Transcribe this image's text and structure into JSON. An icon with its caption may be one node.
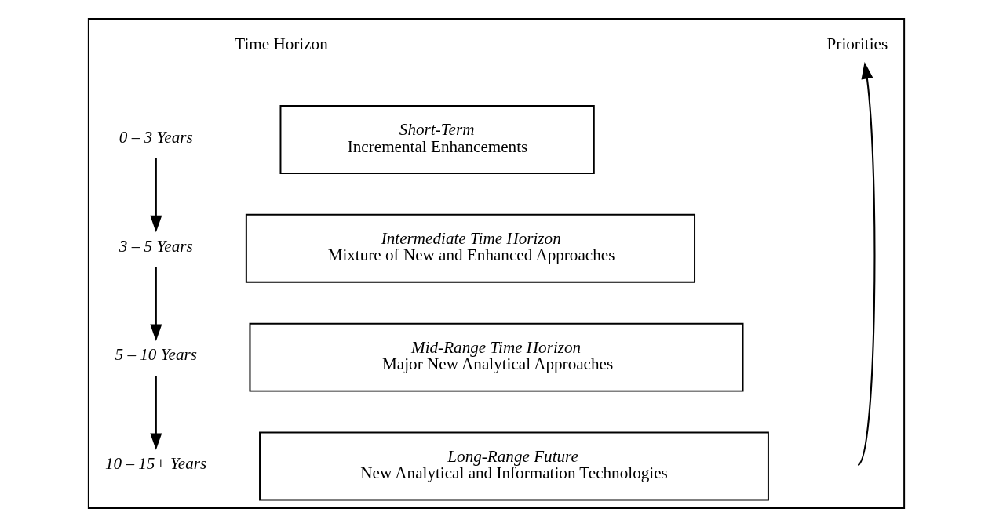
{
  "diagram": {
    "nodes": [
      {
        "text": [],
        "shape": "box"
      },
      {
        "text": [
          "0 – 3 Years"
        ],
        "in": 0
      },
      {
        "text": [
          "Short-Term",
          "Incremental Enhancements"
        ],
        "in": 0
      },
      {
        "text": [
          "3 – 5 Years"
        ],
        "in": 0
      },
      {
        "text": [
          "Intermediate Time Horizon",
          "Mixture of New and Enhanced Approaches"
        ],
        "in": 0
      },
      {
        "text": [
          "5 – 10 Years"
        ],
        "in": 0
      },
      {
        "text": [
          "Mid-Range Time Horizon",
          "Major New Analytical Approaches"
        ],
        "in": 0
      },
      {
        "text": [
          "10 – 15+ Years"
        ],
        "in": 0
      },
      {
        "text": [
          "Long-Range Future",
          "New Analytical and Information Technologies"
        ],
        "in": 0
      },
      {
        "text": [
          "Priorities"
        ],
        "in": 0
      }
    ],
    "edges": [
      {
        "from": 1,
        "to": 3,
        "arrow": "to"
      },
      {
        "from": 3,
        "to": 5,
        "arrow": "to"
      },
      {
        "from": 5,
        "to": 7,
        "arrow": "to"
      },
      {
        "from": null,
        "to": 9,
        "arrow": "to"
      }
    ],
    "labels": [
      "Time Horizon"
    ]
  }
}
